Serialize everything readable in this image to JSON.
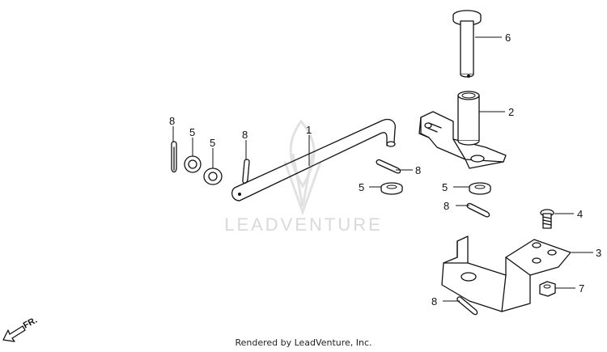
{
  "watermark": {
    "text": "LEADVENTURE"
  },
  "footer": {
    "text": "Rendered by LeadVenture, Inc."
  },
  "direction": {
    "label": "FR."
  },
  "callouts": [
    {
      "id": "c1",
      "label": "1"
    },
    {
      "id": "c2",
      "label": "2"
    },
    {
      "id": "c3",
      "label": "3"
    },
    {
      "id": "c4",
      "label": "4"
    },
    {
      "id": "c5a",
      "label": "5"
    },
    {
      "id": "c5b",
      "label": "5"
    },
    {
      "id": "c5c",
      "label": "5"
    },
    {
      "id": "c5d",
      "label": "5"
    },
    {
      "id": "c6",
      "label": "6"
    },
    {
      "id": "c7",
      "label": "7"
    },
    {
      "id": "c8a",
      "label": "8"
    },
    {
      "id": "c8b",
      "label": "8"
    },
    {
      "id": "c8c",
      "label": "8"
    },
    {
      "id": "c8d",
      "label": "8"
    },
    {
      "id": "c8e",
      "label": "8"
    }
  ]
}
